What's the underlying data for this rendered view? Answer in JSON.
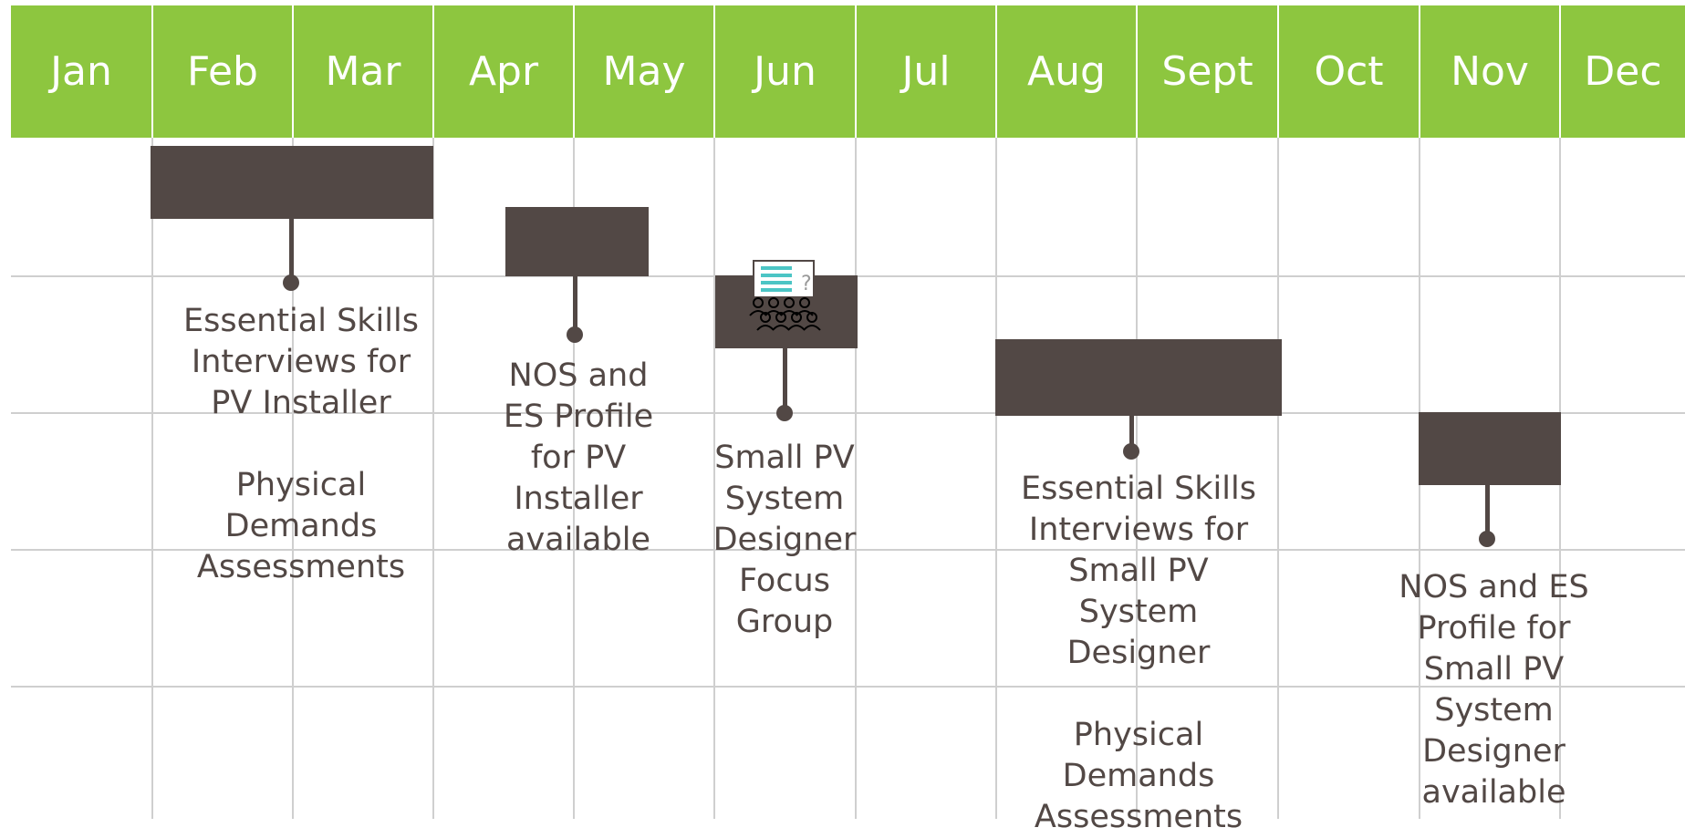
{
  "header": {
    "months": [
      "Jan",
      "Feb",
      "Mar",
      "Apr",
      "May",
      "Jun",
      "Jul",
      "Aug",
      "Sept",
      "Oct",
      "Nov",
      "Dec"
    ]
  },
  "colors": {
    "header_bg": "#8dc63f",
    "header_text": "#ffffff",
    "bar": "#524845",
    "text": "#524845",
    "grid": "#cfcfcf"
  },
  "milestones": [
    {
      "label": "Essential Skills\nInterviews for\nPV Installer\n\nPhysical\nDemands\nAssessments"
    },
    {
      "label": "NOS and\nES Profile\nfor PV\nInstaller\navailable"
    },
    {
      "label": "Small PV\nSystem\nDesigner\nFocus\nGroup",
      "icon": "focus-group-icon"
    },
    {
      "label": "Essential Skills\nInterviews for\nSmall PV\nSystem\nDesigner\n\nPhysical\nDemands\nAssessments"
    },
    {
      "label": "NOS and ES\nProfile for\nSmall PV\nSystem\nDesigner\navailable"
    }
  ]
}
